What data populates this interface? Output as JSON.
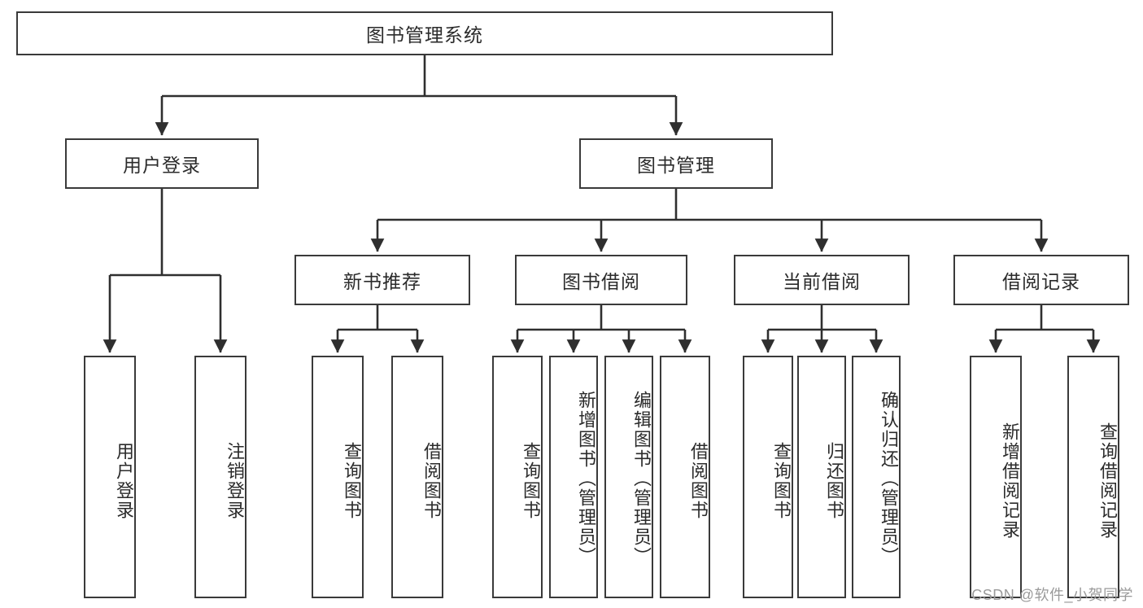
{
  "diagram": {
    "type": "tree-hierarchy-flowchart",
    "title": "图书管理系统",
    "colors": {
      "box_stroke": "#3a3a3a",
      "box_fill": "#ffffff",
      "edge_stroke": "#2f2f2f",
      "text": "#2b2b2b",
      "watermark": "#9a9a9a",
      "background": "#ffffff"
    },
    "root": {
      "label": "图书管理系统"
    },
    "level2": [
      {
        "label": "用户登录"
      },
      {
        "label": "图书管理"
      }
    ],
    "level3": [
      {
        "label": "新书推荐"
      },
      {
        "label": "图书借阅"
      },
      {
        "label": "当前借阅"
      },
      {
        "label": "借阅记录"
      }
    ],
    "leaves": {
      "user_login": [
        {
          "label": "用户登录"
        },
        {
          "label": "注销登录"
        }
      ],
      "new_book_recommend": [
        {
          "label": "查询图书"
        },
        {
          "label": "借阅图书"
        }
      ],
      "book_borrow": [
        {
          "label": "查询图书"
        },
        {
          "label": "新增图书（管理员）"
        },
        {
          "label": "编辑图书（管理员）"
        },
        {
          "label": "借阅图书"
        }
      ],
      "current_borrow": [
        {
          "label": "查询图书"
        },
        {
          "label": "归还图书"
        },
        {
          "label": "确认归还（管理员）"
        }
      ],
      "borrow_record": [
        {
          "label": "新增借阅记录"
        },
        {
          "label": "查询借阅记录"
        }
      ]
    }
  },
  "watermark": {
    "text": "CSDN @软件_小贺同学"
  }
}
